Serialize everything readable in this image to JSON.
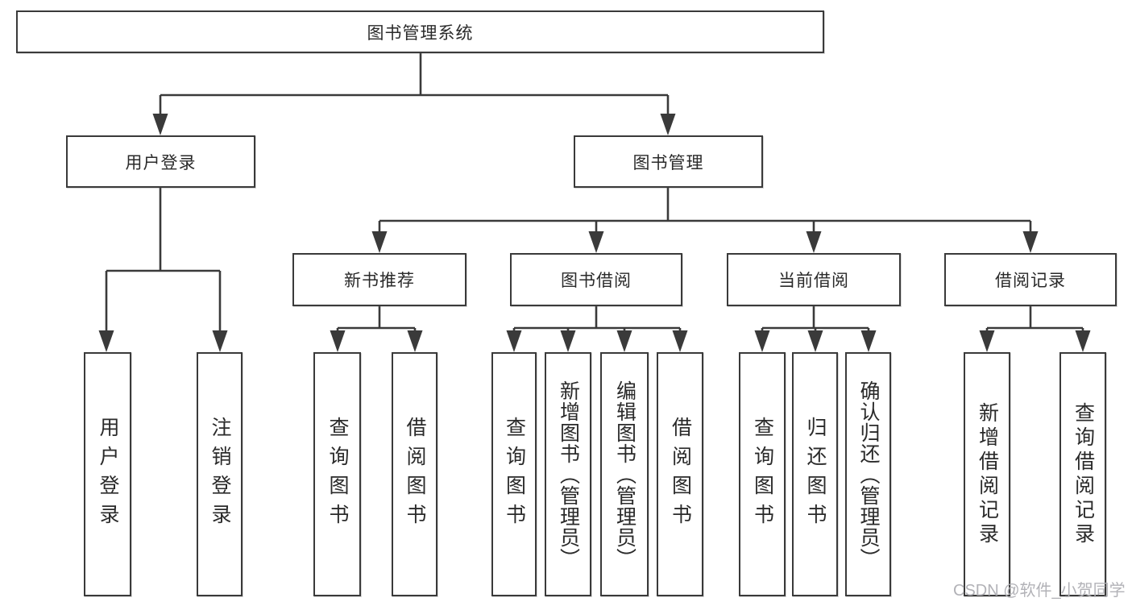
{
  "diagram": {
    "title": "图书管理系统",
    "colors": {
      "line": "#3a3a3a",
      "box_border": "#3a3a3a",
      "text": "#2a2a2a",
      "background": "#ffffff",
      "watermark": "#b2b2b7"
    },
    "nodes": {
      "root": "图书管理系统",
      "user_login": "用户登录",
      "book_management": "图书管理",
      "new_book_recommendation": "新书推荐",
      "book_borrowing": "图书借阅",
      "current_borrowing": "当前借阅",
      "borrowing_records": "借阅记录",
      "leaf_user_login": "用户登录",
      "leaf_logout": "注销登录",
      "leaf_nbr_query_books": "查询图书",
      "leaf_nbr_borrow_books": "借阅图书",
      "leaf_bb_query_books": "查询图书",
      "leaf_bb_add_books_admin": "新增图书（管理员）",
      "leaf_bb_edit_books_admin": "编辑图书（管理员）",
      "leaf_bb_borrow_books": "借阅图书",
      "leaf_cb_query_books": "查询图书",
      "leaf_cb_return_books": "归还图书",
      "leaf_cb_confirm_return_admin": "确认归还（管理员）",
      "leaf_br_add_record": "新增借阅记录",
      "leaf_br_query_record": "查询借阅记录"
    }
  },
  "watermark": {
    "text": "CSDN @软件_小贺同学"
  }
}
